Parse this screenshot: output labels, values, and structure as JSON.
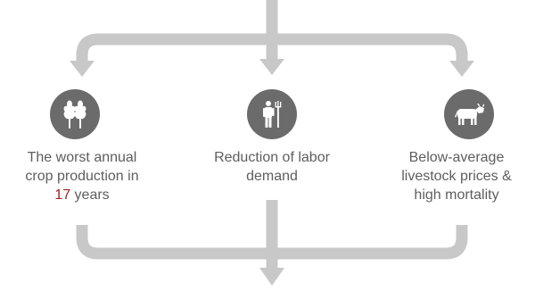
{
  "colors": {
    "arrow": "#c8c8c8",
    "icon_background": "#6b6b6b",
    "icon_foreground": "#ffffff",
    "text": "#5e5e5e",
    "highlight": "#a31f24"
  },
  "nodes": [
    {
      "icon": "wheat-icon",
      "label_line1": "The worst annual",
      "label_line2": "crop production in",
      "highlight_number": "17",
      "label_line3_rest": " years"
    },
    {
      "icon": "farmer-with-pitchfork-icon",
      "label_line1": "Reduction of labor",
      "label_line2": "demand"
    },
    {
      "icon": "cow-icon",
      "label_line1": "Below-average",
      "label_line2": "livestock prices &",
      "label_line3": "high mortality"
    }
  ]
}
